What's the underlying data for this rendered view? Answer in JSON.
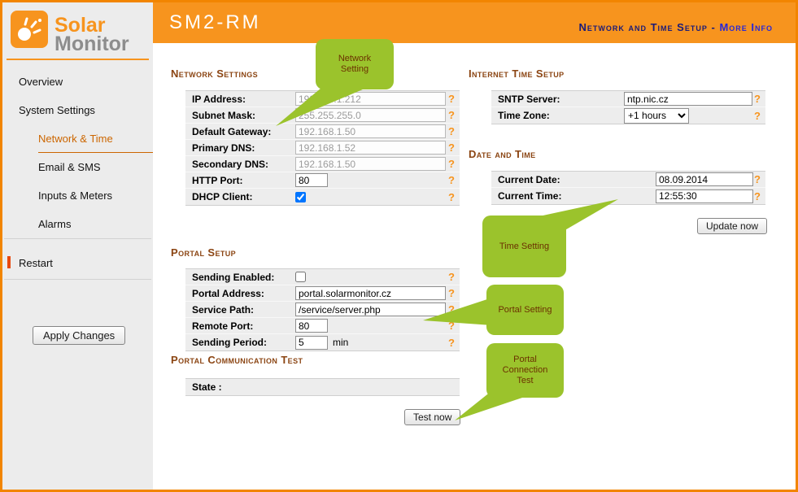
{
  "colors": {
    "orange": "#f7941e",
    "border_orange": "#f28500",
    "callout_green": "#9bc32c",
    "subtitle_navy": "#1b1b78",
    "link_blue": "#2727d8",
    "heading_brown": "#8b4513",
    "active_menu_orange": "#cc6600"
  },
  "logo": {
    "line1": "Solar",
    "line2": "Monitor"
  },
  "header": {
    "title": "SM2-RM",
    "subtitle": "Network and Time Setup",
    "separator": "-",
    "more_info": "More Info"
  },
  "sidebar": {
    "items": [
      "Overview",
      "System Settings",
      "Network & Time",
      "Email & SMS",
      "Inputs & Meters",
      "Alarms",
      "Restart"
    ],
    "apply_button": "Apply Changes"
  },
  "help": "?",
  "network": {
    "title": "Network Settings",
    "rows": [
      {
        "label": "IP Address:",
        "value": "192.168.1.212"
      },
      {
        "label": "Subnet Mask:",
        "value": "255.255.255.0"
      },
      {
        "label": "Default Gateway:",
        "value": "192.168.1.50"
      },
      {
        "label": "Primary DNS:",
        "value": "192.168.1.52"
      },
      {
        "label": "Secondary DNS:",
        "value": "192.168.1.50"
      },
      {
        "label": "HTTP Port:",
        "value": "80"
      },
      {
        "label": "DHCP Client:",
        "checked": "checked"
      }
    ]
  },
  "portal": {
    "title": "Portal Setup",
    "rows": [
      {
        "label": "Sending Enabled:"
      },
      {
        "label": "Portal Address:",
        "value": "portal.solarmonitor.cz"
      },
      {
        "label": "Service Path:",
        "value": "/service/server.php"
      },
      {
        "label": "Remote Port:",
        "value": "80"
      },
      {
        "label": "Sending Period:",
        "value": "5",
        "suffix": "min"
      }
    ]
  },
  "portal_test": {
    "title": "Portal Communication Test",
    "state_label": "State :",
    "test_button": "Test now"
  },
  "time_setup": {
    "title": "Internet Time Setup",
    "sntp_label": "SNTP Server:",
    "sntp_value": "ntp.nic.cz",
    "tz_label": "Time Zone:",
    "tz_value": "+1 hours"
  },
  "datetime": {
    "title": "Date and Time",
    "date_label": "Current Date:",
    "date_value": "08.09.2014",
    "time_label": "Current Time:",
    "time_value": "12:55:30",
    "update_button": "Update now"
  },
  "callouts": [
    {
      "text": "Network Setting"
    },
    {
      "text": "Time Setting"
    },
    {
      "text": "Portal Setting"
    },
    {
      "text": "Portal Connection Test"
    }
  ]
}
